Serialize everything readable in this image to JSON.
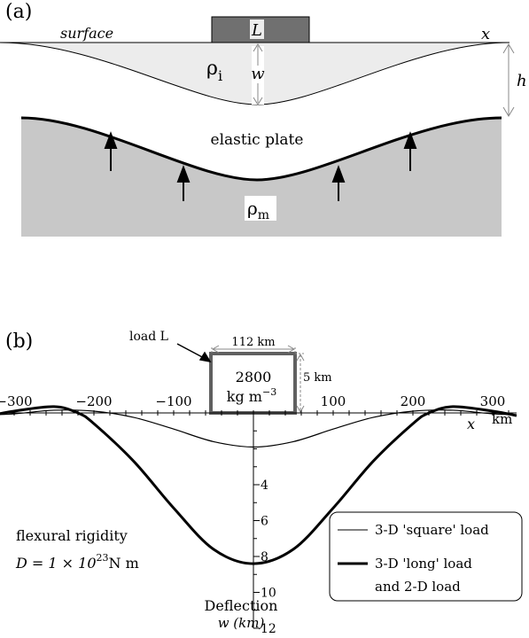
{
  "panel_a": {
    "label": "(a)",
    "surface_label": "surface",
    "load_label": "L",
    "x_label": "x",
    "ice_density_symbol": "ρ",
    "ice_density_sub": "i",
    "deflection_symbol": "w",
    "thickness_symbol": "h",
    "plate_label": "elastic plate",
    "mantle_density_symbol": "ρ",
    "mantle_density_sub": "m",
    "colors": {
      "ice": "#ececec",
      "mantle": "#c8c8c8",
      "load": "#707070"
    }
  },
  "panel_b": {
    "label": "(b)",
    "load_label": "load L",
    "width_label": "112 km",
    "height_label": "5 km",
    "density_value": "2800",
    "density_unit": "kg m",
    "density_exp": "−3",
    "x_ticks": [
      "−300",
      "−200",
      "−100",
      "100",
      "200",
      "300"
    ],
    "x_unit": "km",
    "x_label": "x",
    "y_ticks": [
      "4",
      "6",
      "8",
      "10",
      "12"
    ],
    "y_title_1": "Deflection",
    "y_title_2": "w (km)",
    "rigidity_label": "flexural rigidity",
    "rigidity_formula": "D = 1 × 10",
    "rigidity_exp": "23",
    "rigidity_unit": "N m",
    "legend": {
      "square": "3-D 'square' load",
      "long_1": "3-D 'long' load",
      "long_2": "and 2-D load"
    },
    "colors": {
      "load_fill": "#ffffff",
      "load_stroke": "#606060"
    }
  },
  "chart_data": {
    "type": "line",
    "xlabel": "x",
    "ylabel": "Deflection w (km)",
    "xlim": [
      -330,
      330
    ],
    "ylim": [
      0,
      12
    ],
    "x_tick_values": [
      -300,
      -200,
      -100,
      100,
      200,
      300
    ],
    "y_tick_values": [
      4,
      6,
      8,
      10,
      12
    ],
    "series": [
      {
        "name": "3-D 'square' load",
        "x": [
          -330,
          -300,
          -250,
          -200,
          -150,
          -100,
          -50,
          0,
          50,
          100,
          150,
          200,
          250,
          300,
          330
        ],
        "y": [
          0.1,
          0.05,
          -0.15,
          -0.1,
          0.25,
          0.9,
          1.6,
          1.9,
          1.6,
          0.9,
          0.25,
          -0.1,
          -0.15,
          0.05,
          0.1
        ]
      },
      {
        "name": "3-D 'long' load and 2-D load",
        "x": [
          -330,
          -300,
          -250,
          -220,
          -200,
          -150,
          -100,
          -50,
          0,
          50,
          100,
          150,
          200,
          220,
          250,
          300,
          330
        ],
        "y": [
          0.15,
          -0.1,
          -0.35,
          0.0,
          0.6,
          2.7,
          5.3,
          7.6,
          8.4,
          7.6,
          5.3,
          2.7,
          0.6,
          0.0,
          -0.35,
          -0.1,
          0.15
        ]
      }
    ]
  }
}
